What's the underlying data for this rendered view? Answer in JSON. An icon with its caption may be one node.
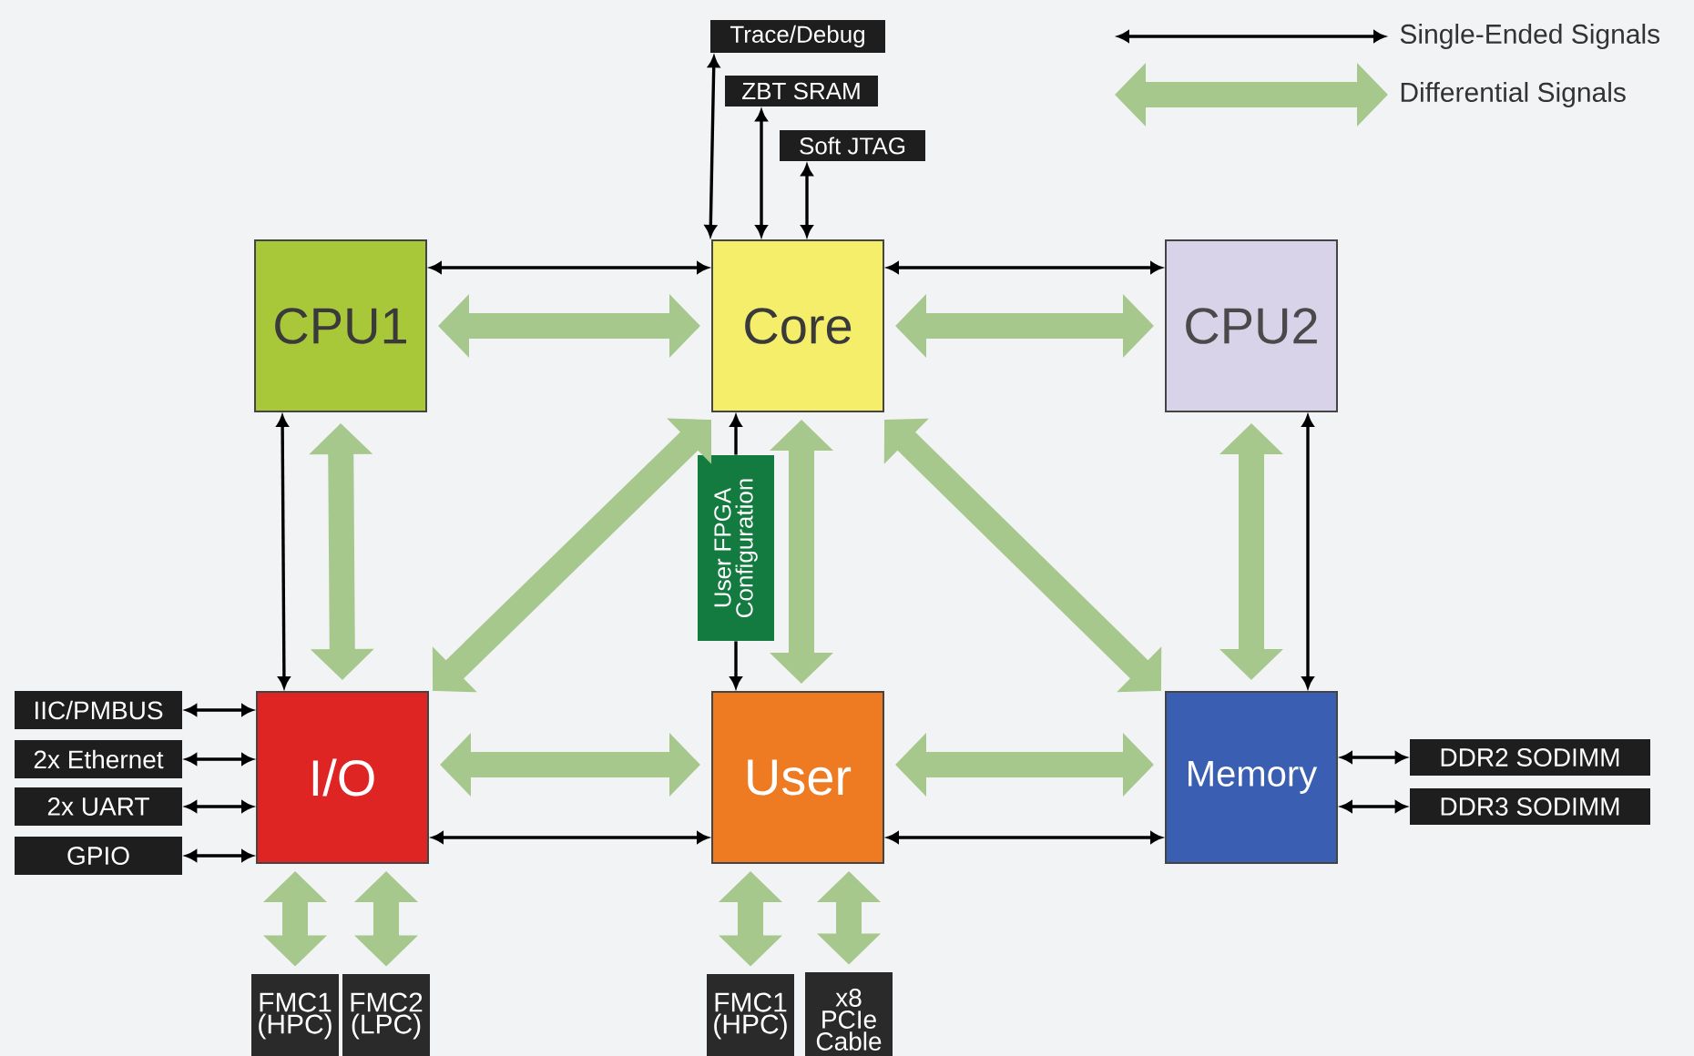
{
  "diagram": {
    "nodes": [
      {
        "text": [
          "Trace/Debug"
        ]
      },
      {
        "text": [
          "ZBT SRAM"
        ]
      },
      {
        "text": [
          "Soft JTAG"
        ]
      },
      {
        "text": [
          "CPU1"
        ]
      },
      {
        "text": [
          "Core"
        ]
      },
      {
        "text": [
          "CPU2"
        ]
      },
      {
        "text": [
          "User FPGA Configuration"
        ]
      },
      {
        "text": [
          "IIC/PMBUS"
        ]
      },
      {
        "text": [
          "2x Ethernet"
        ]
      },
      {
        "text": [
          "2x UART"
        ]
      },
      {
        "text": [
          "GPIO"
        ]
      },
      {
        "text": [
          "I/O"
        ]
      },
      {
        "text": [
          "User"
        ]
      },
      {
        "text": [
          "Memory"
        ]
      },
      {
        "text": [
          "DDR2 SODIMM"
        ]
      },
      {
        "text": [
          "DDR3 SODIMM"
        ]
      },
      {
        "text": [
          "FMC1 (HPC)"
        ]
      },
      {
        "text": [
          "FMC2 (LPC)"
        ]
      },
      {
        "text": [
          "FMC1 (HPC)"
        ]
      },
      {
        "text": [
          "x8 PCIe Cable"
        ]
      }
    ],
    "edges": [
      {
        "from": 4,
        "to": 0,
        "arrow": "both"
      },
      {
        "from": 4,
        "to": 1,
        "arrow": "both"
      },
      {
        "from": 4,
        "to": 2,
        "arrow": "both"
      },
      {
        "from": 3,
        "to": 4,
        "arrow": "both"
      },
      {
        "from": 3,
        "to": 4,
        "arrow": "both",
        "style": "thick",
        "color": "#a6c88c"
      },
      {
        "from": 4,
        "to": 5,
        "arrow": "both"
      },
      {
        "from": 4,
        "to": 5,
        "arrow": "both",
        "style": "thick",
        "color": "#a6c88c"
      },
      {
        "from": 3,
        "to": 11,
        "arrow": "both"
      },
      {
        "from": 3,
        "to": 11,
        "arrow": "both",
        "style": "thick",
        "color": "#a6c88c"
      },
      {
        "from": 5,
        "to": 13,
        "arrow": "both",
        "style": "thick",
        "color": "#a6c88c"
      },
      {
        "from": 5,
        "to": 13,
        "arrow": "both"
      },
      {
        "from": 4,
        "to": 11,
        "arrow": "both",
        "style": "thick",
        "color": "#a6c88c"
      },
      {
        "from": 4,
        "to": 13,
        "arrow": "both",
        "style": "thick",
        "color": "#a6c88c"
      },
      {
        "from": 4,
        "to": 12,
        "arrow": "both",
        "style": "thick",
        "color": "#a6c88c"
      },
      {
        "from": 6,
        "to": 4,
        "arrow": "to"
      },
      {
        "from": 6,
        "to": 12,
        "arrow": "to"
      },
      {
        "from": 11,
        "to": 12,
        "arrow": "both",
        "style": "thick",
        "color": "#a6c88c"
      },
      {
        "from": 11,
        "to": 12,
        "arrow": "both"
      },
      {
        "from": 12,
        "to": 13,
        "arrow": "both",
        "style": "thick",
        "color": "#a6c88c"
      },
      {
        "from": 12,
        "to": 13,
        "arrow": "both"
      },
      {
        "from": 7,
        "to": 11,
        "arrow": "both"
      },
      {
        "from": 8,
        "to": 11,
        "arrow": "both"
      },
      {
        "from": 9,
        "to": 11,
        "arrow": "both"
      },
      {
        "from": 10,
        "to": 11,
        "arrow": "both"
      },
      {
        "from": 13,
        "to": 14,
        "arrow": "both"
      },
      {
        "from": 13,
        "to": 15,
        "arrow": "both"
      },
      {
        "from": 11,
        "to": 16,
        "arrow": "both",
        "style": "thick",
        "color": "#a6c88c"
      },
      {
        "from": 11,
        "to": 17,
        "arrow": "both",
        "style": "thick",
        "color": "#a6c88c"
      },
      {
        "from": 12,
        "to": 18,
        "arrow": "both",
        "style": "thick",
        "color": "#a6c88c"
      },
      {
        "from": 12,
        "to": 19,
        "arrow": "both",
        "style": "thick",
        "color": "#a6c88c"
      }
    ],
    "legend": [
      {
        "text": "Single-Ended Signals"
      },
      {
        "text": "Differential Signals"
      }
    ]
  }
}
